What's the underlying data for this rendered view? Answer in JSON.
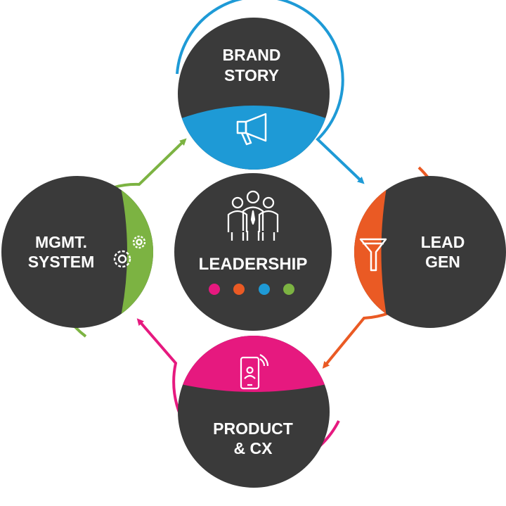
{
  "colors": {
    "dark": "#3a3a3a",
    "blue": "#1e9ad6",
    "orange": "#ea5a24",
    "magenta": "#e6197f",
    "green": "#7cb342",
    "white": "#ffffff"
  },
  "center": {
    "label": "LEADERSHIP",
    "icon": "team-icon",
    "dots": [
      "#e6197f",
      "#ea5a24",
      "#1e9ad6",
      "#7cb342"
    ]
  },
  "nodes": {
    "brand": {
      "line1": "BRAND",
      "line2": "STORY",
      "icon": "megaphone-icon"
    },
    "lead": {
      "line1": "LEAD",
      "line2": "GEN",
      "icon": "funnel-icon"
    },
    "product": {
      "line1": "PRODUCT",
      "line2": "& CX",
      "icon": "smartphone-icon"
    },
    "mgmt": {
      "line1": "MGMT.",
      "line2": "SYSTEM",
      "icon": "gears-icon"
    }
  }
}
